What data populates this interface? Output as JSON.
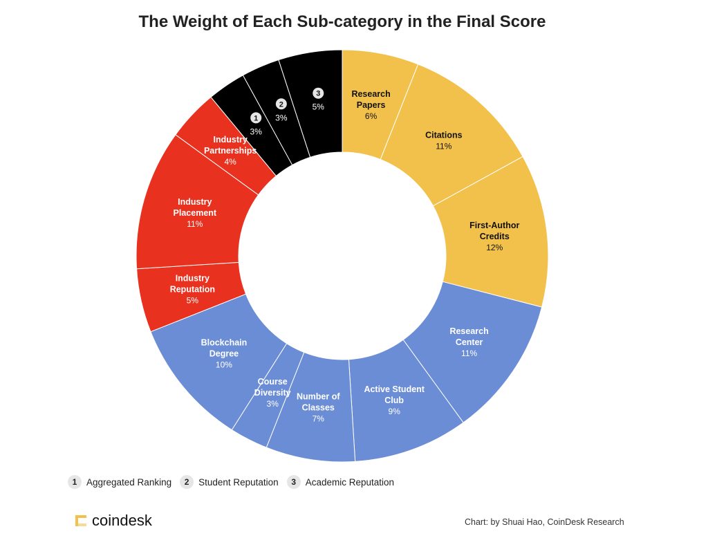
{
  "chart_data": {
    "type": "pie",
    "donut": true,
    "title": "The Weight of Each Sub-category in the Final Score",
    "unit": "%",
    "slices": [
      {
        "label_lines": [
          "Research",
          "Papers"
        ],
        "value": 6,
        "display": "6%",
        "color": "#F2C14B",
        "text_color": "#111111"
      },
      {
        "label_lines": [
          "Citations"
        ],
        "value": 11,
        "display": "11%",
        "color": "#F2C14B",
        "text_color": "#111111"
      },
      {
        "label_lines": [
          "First-Author",
          "Credits"
        ],
        "value": 12,
        "display": "12%",
        "color": "#F2C14B",
        "text_color": "#111111"
      },
      {
        "label_lines": [
          "Research",
          "Center"
        ],
        "value": 11,
        "display": "11%",
        "color": "#6B8DD6",
        "text_color": "#ffffff"
      },
      {
        "label_lines": [
          "Active Student",
          "Club"
        ],
        "value": 9,
        "display": "9%",
        "color": "#6B8DD6",
        "text_color": "#ffffff"
      },
      {
        "label_lines": [
          "Number of",
          "Classes"
        ],
        "value": 7,
        "display": "7%",
        "color": "#6B8DD6",
        "text_color": "#ffffff"
      },
      {
        "label_lines": [
          "Course",
          "Diversity"
        ],
        "value": 3,
        "display": "3%",
        "color": "#6B8DD6",
        "text_color": "#ffffff"
      },
      {
        "label_lines": [
          "Blockchain",
          "Degree"
        ],
        "value": 10,
        "display": "10%",
        "color": "#6B8DD6",
        "text_color": "#ffffff"
      },
      {
        "label_lines": [
          "Industry",
          "Reputation"
        ],
        "value": 5,
        "display": "5%",
        "color": "#E8311F",
        "text_color": "#ffffff"
      },
      {
        "label_lines": [
          "Industry",
          "Placement"
        ],
        "value": 11,
        "display": "11%",
        "color": "#E8311F",
        "text_color": "#ffffff"
      },
      {
        "label_lines": [
          "Industry",
          "Partnerships"
        ],
        "value": 4,
        "display": "4%",
        "color": "#E8311F",
        "text_color": "#ffffff"
      },
      {
        "badge": "1",
        "value": 3,
        "display": "3%",
        "color": "#000000",
        "text_color": "#ffffff"
      },
      {
        "badge": "2",
        "value": 3,
        "display": "3%",
        "color": "#000000",
        "text_color": "#ffffff"
      },
      {
        "badge": "3",
        "value": 5,
        "display": "5%",
        "color": "#000000",
        "text_color": "#ffffff"
      }
    ],
    "legend": [
      {
        "badge": "1",
        "label": "Aggregated Ranking"
      },
      {
        "badge": "2",
        "label": "Student Reputation"
      },
      {
        "badge": "3",
        "label": "Academic Reputation"
      }
    ],
    "legend_position": "bottom-left"
  },
  "footer": {
    "logo_text": "coindesk",
    "credit": "Chart: by Shuai Hao, CoinDesk Research"
  }
}
